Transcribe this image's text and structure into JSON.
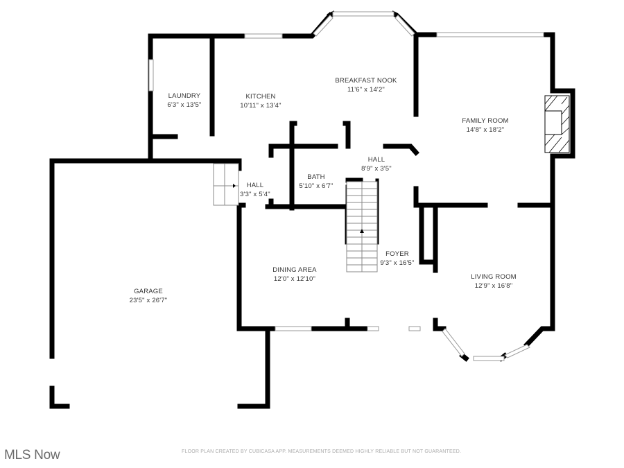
{
  "floor_plan": {
    "rooms": [
      {
        "id": "laundry",
        "name": "LAUNDRY",
        "dimensions": "6'3\" x 13'5\""
      },
      {
        "id": "kitchen",
        "name": "KITCHEN",
        "dimensions": "10'11\" x 13'4\""
      },
      {
        "id": "breakfast_nook",
        "name": "BREAKFAST NOOK",
        "dimensions": "11'6\" x 14'2\""
      },
      {
        "id": "family_room",
        "name": "FAMILY ROOM",
        "dimensions": "14'8\" x 18'2\""
      },
      {
        "id": "hall_upper",
        "name": "HALL",
        "dimensions": "8'9\" x 3'5\""
      },
      {
        "id": "bath",
        "name": "BATH",
        "dimensions": "5'10\" x 6'7\""
      },
      {
        "id": "hall_side",
        "name": "HALL",
        "dimensions": "3'3\" x 5'4\""
      },
      {
        "id": "foyer",
        "name": "FOYER",
        "dimensions": "9'3\" x 16'5\""
      },
      {
        "id": "dining_area",
        "name": "DINING AREA",
        "dimensions": "12'0\" x 12'10\""
      },
      {
        "id": "living_room",
        "name": "LIVING ROOM",
        "dimensions": "12'9\" x 16'8\""
      },
      {
        "id": "garage",
        "name": "GARAGE",
        "dimensions": "23'5\" x 26'7\""
      }
    ]
  },
  "footer": {
    "watermark": "MLS Now",
    "disclaimer": "FLOOR PLAN CREATED BY CUBICASA APP. MEASUREMENTS DEEMED HIGHLY RELIABLE BUT NOT GUARANTEED."
  },
  "colors": {
    "wall": "#000000",
    "background": "#ffffff",
    "label": "#333333"
  }
}
